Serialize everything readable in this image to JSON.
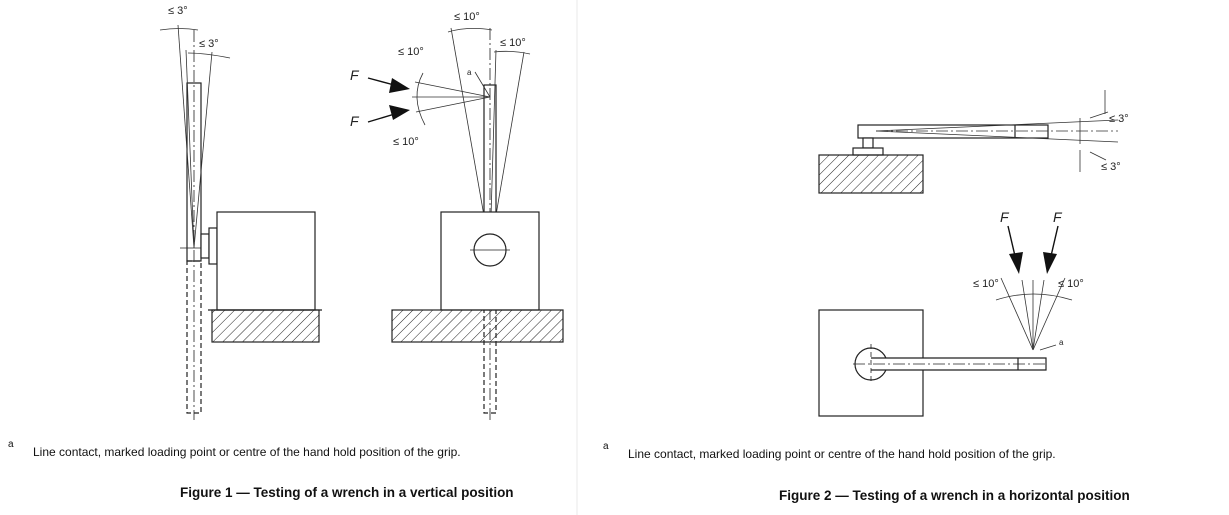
{
  "figure1": {
    "caption": "Figure 1 — Testing of a wrench in a vertical position",
    "note_marker": "a",
    "note_text": "Line contact, marked loading point or centre of the hand hold position of the grip.",
    "labels": {
      "angle_top_outer": "≤ 3°",
      "angle_top_inner": "≤ 3°",
      "angle_right_top": "≤ 10°",
      "angle_right_inner": "≤ 10°",
      "angle_force_upper": "≤ 10°",
      "angle_force_lower": "≤ 10°",
      "force_upper": "F",
      "force_lower": "F",
      "point_marker": "a"
    }
  },
  "figure2": {
    "caption": "Figure 2 — Testing of a wrench in a horizontal position",
    "note_marker": "a",
    "note_text": "Line contact, marked loading point or centre of the hand hold position of the grip.",
    "labels": {
      "angle_upper": "≤ 3°",
      "angle_lower": "≤ 3°",
      "force_left": "F",
      "force_right": "F",
      "angle_force_left": "≤ 10°",
      "angle_force_right": "≤ 10°",
      "point_marker": "a"
    }
  }
}
